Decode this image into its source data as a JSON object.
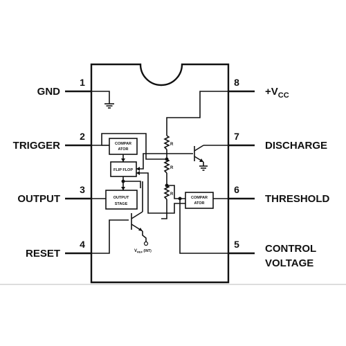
{
  "pins": {
    "p1": {
      "num": "1",
      "name": "GND"
    },
    "p2": {
      "num": "2",
      "name": "TRIGGER"
    },
    "p3": {
      "num": "3",
      "name": "OUTPUT"
    },
    "p4": {
      "num": "4",
      "name": "RESET"
    },
    "p5": {
      "num": "5",
      "name_line1": "CONTROL",
      "name_line2": "VOLTAGE"
    },
    "p6": {
      "num": "6",
      "name": "THRESHOLD"
    },
    "p7": {
      "num": "7",
      "name": "DISCHARGE"
    },
    "p8": {
      "num": "8",
      "name_main": "+V",
      "name_sub": "CC"
    }
  },
  "blocks": {
    "comparator_top": {
      "line1": "COMPAR",
      "line2": "ATOR"
    },
    "flip_flop": {
      "label": "FLIP FLOP"
    },
    "output_stage": {
      "line1": "OUTPUT",
      "line2": "STAGE"
    },
    "comparator_right": {
      "line1": "COMPAR",
      "line2": "ATOR"
    }
  },
  "resistors": {
    "label": "R"
  },
  "vref": {
    "main": "V",
    "sub": "REF",
    "suffix": " (INT)"
  }
}
